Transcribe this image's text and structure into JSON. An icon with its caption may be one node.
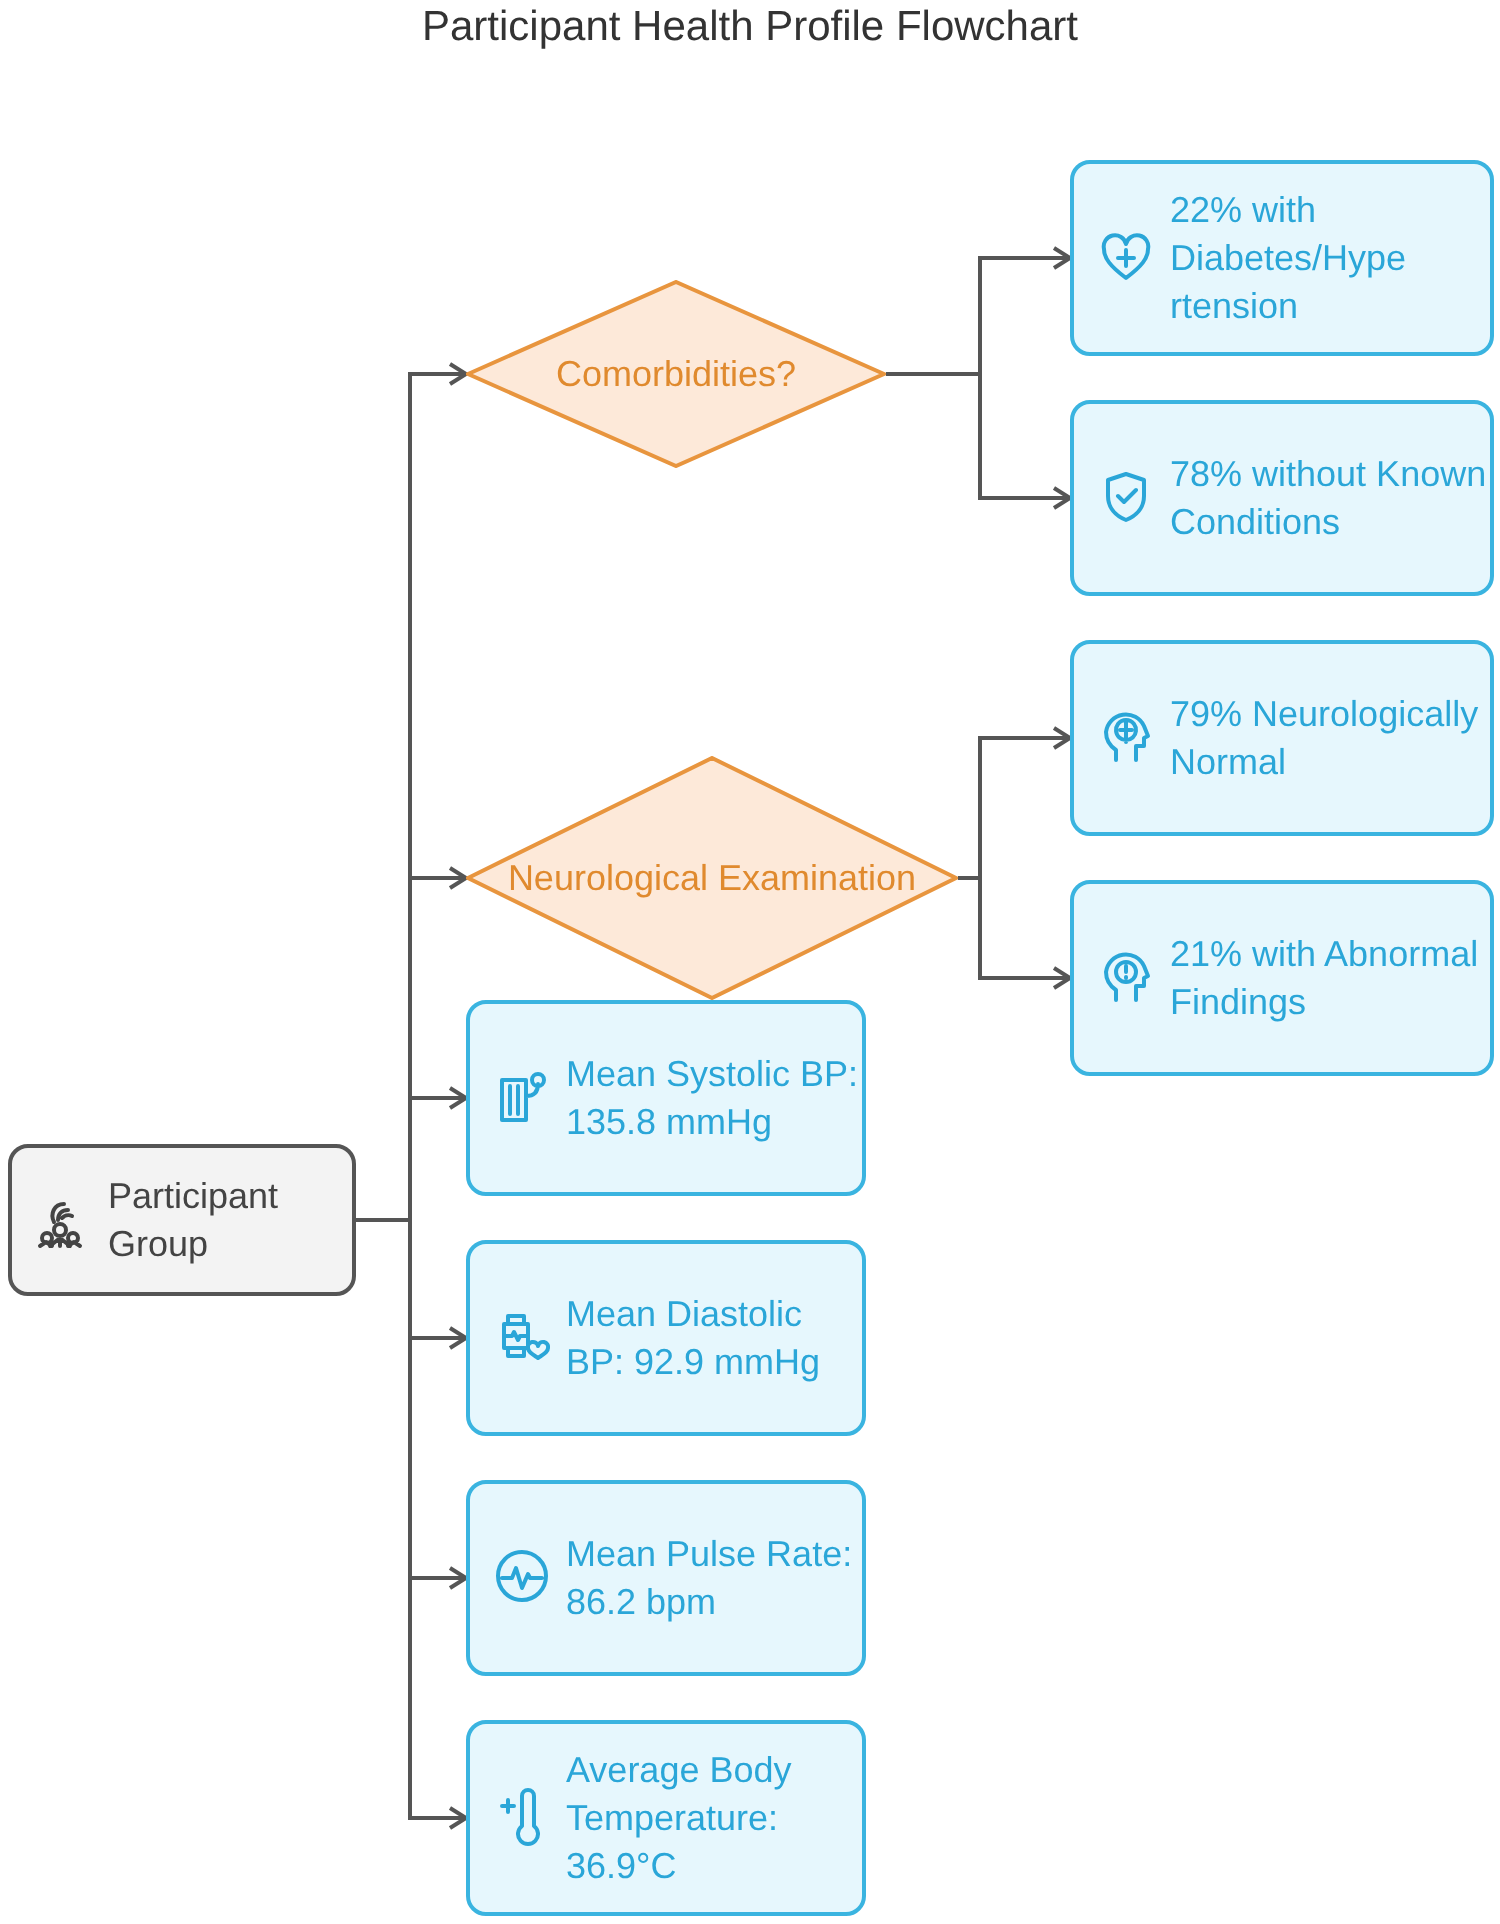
{
  "diagram": {
    "title": "Participant Health Profile Flowchart",
    "nodes": [
      {
        "text": [
          "Participant Group"
        ]
      },
      {
        "text": [
          "Comorbidities?"
        ]
      },
      {
        "text": [
          "22% with Diabetes/Hypertension"
        ]
      },
      {
        "text": [
          "78% without Known Conditions"
        ]
      },
      {
        "text": [
          "Neurological Examination"
        ]
      },
      {
        "text": [
          "79% Neurologically Normal"
        ]
      },
      {
        "text": [
          "21% with Abnormal Findings"
        ]
      },
      {
        "text": [
          "Mean Systolic BP: 135.8 mmHg"
        ]
      },
      {
        "text": [
          "Mean Diastolic BP: 92.9 mmHg"
        ]
      },
      {
        "text": [
          "Mean Pulse Rate: 86.2 bpm"
        ]
      },
      {
        "text": [
          "Average Body Temperature: 36.9°C"
        ]
      }
    ],
    "edges": [
      {
        "from": 0,
        "to": 1,
        "arrow": "to"
      },
      {
        "from": 0,
        "to": 4,
        "arrow": "to"
      },
      {
        "from": 0,
        "to": 7,
        "arrow": "to"
      },
      {
        "from": 0,
        "to": 8,
        "arrow": "to"
      },
      {
        "from": 0,
        "to": 9,
        "arrow": "to"
      },
      {
        "from": 0,
        "to": 10,
        "arrow": "to"
      },
      {
        "from": 1,
        "to": 2,
        "arrow": "to"
      },
      {
        "from": 1,
        "to": 3,
        "arrow": "to"
      },
      {
        "from": 4,
        "to": 5,
        "arrow": "to"
      },
      {
        "from": 4,
        "to": 6,
        "arrow": "to"
      }
    ]
  }
}
